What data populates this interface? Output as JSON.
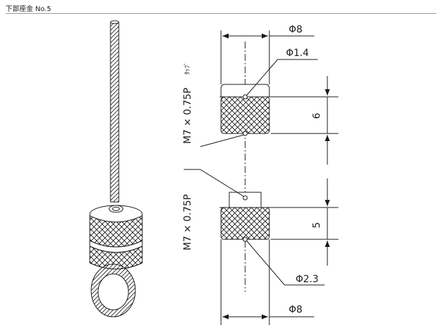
{
  "header": {
    "title": "下部座金 No.5"
  },
  "top_fitting": {
    "outer_diameter": "Φ8",
    "hole_diameter": "Φ1.4",
    "height": "6",
    "thread_spec": "M7 × 0.75P",
    "thread_suffix": "ﾀｯﾌﾟ"
  },
  "bottom_fitting": {
    "outer_diameter": "Φ8",
    "hole_diameter": "Φ2.3",
    "height": "5",
    "thread_spec": "M7 × 0.75P"
  },
  "colors": {
    "line": "#1a1a1a",
    "background": "#ffffff"
  }
}
